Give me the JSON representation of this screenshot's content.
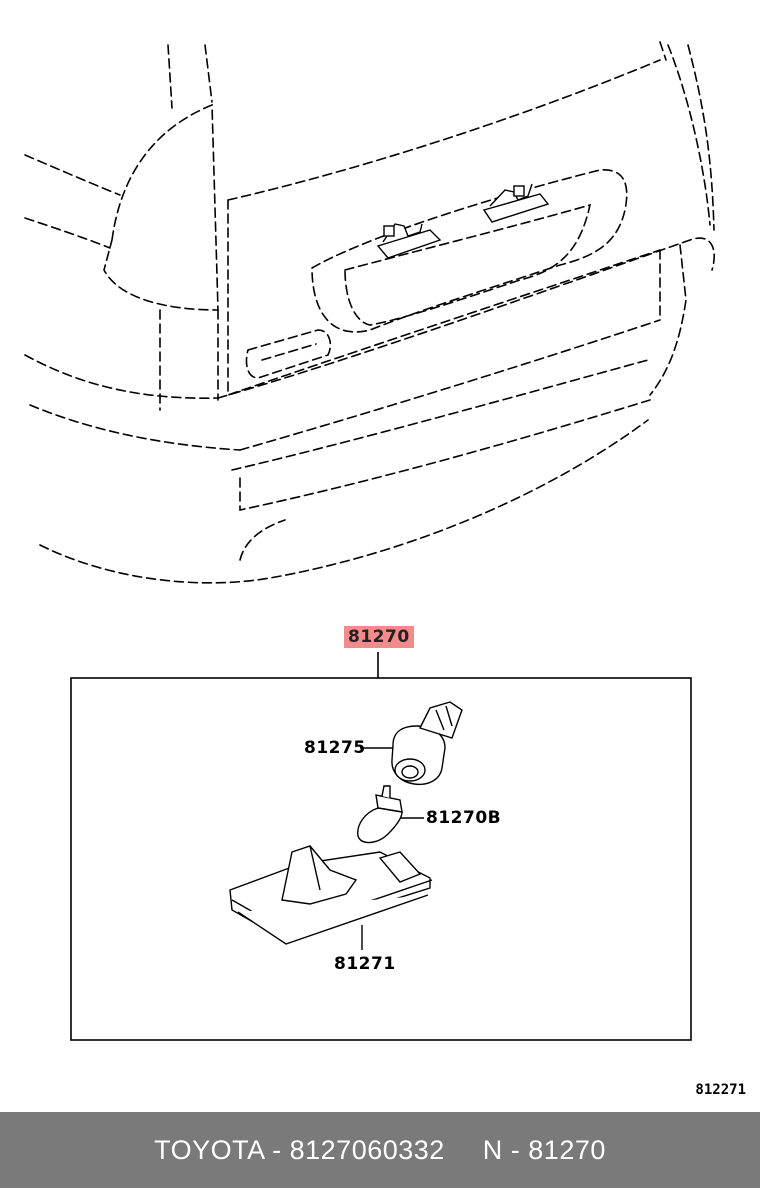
{
  "labels": {
    "assembly": "81270",
    "socket": "81275",
    "bulb": "81270B",
    "lens_housing": "81271"
  },
  "ref_code": "812271",
  "footer": {
    "brand_part": "TOYOTA - 8127060332",
    "ref": "N - 81270"
  },
  "colors": {
    "highlight": "#f28b8b",
    "footer_bg": "#7a7a7a"
  }
}
